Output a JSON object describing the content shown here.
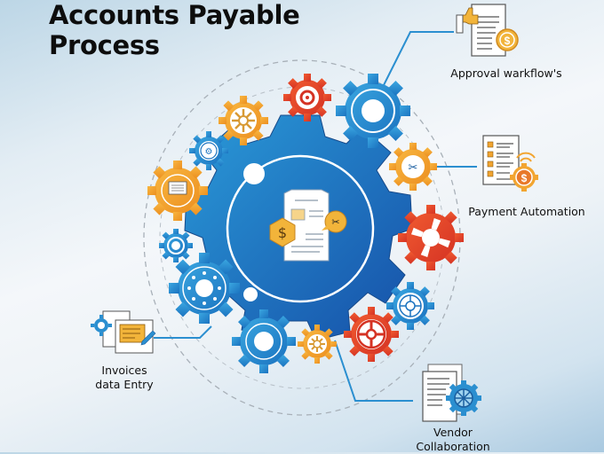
{
  "title": {
    "line1": "Accounts Payable",
    "line2": "Process"
  },
  "center": {
    "icon": "invoice-document-icon",
    "badges": [
      "dollar-hexagon-icon",
      "tools-speech-bubble-icon"
    ]
  },
  "nodes": [
    {
      "id": "approval",
      "label": "Approval warkflow's",
      "icon": "thumbs-up-document-dollar-icon"
    },
    {
      "id": "payment",
      "label": "Payment Automation",
      "icon": "checklist-wireless-dollar-gear-icon"
    },
    {
      "id": "invoices",
      "label_line1": "Invoices",
      "label_line2": "data Entry",
      "icon": "gear-documents-pen-icon"
    },
    {
      "id": "vendor",
      "label_line1": "Vendor",
      "label_line2": "Collaboration",
      "icon": "documents-gear-icon"
    }
  ],
  "colors": {
    "blue": "#1f7fc9",
    "dark_blue": "#1a5fb0",
    "orange": "#f2a531",
    "red": "#e0452b",
    "connector": "#2b8fd0",
    "dashed_ring": "#a8b0b8"
  }
}
